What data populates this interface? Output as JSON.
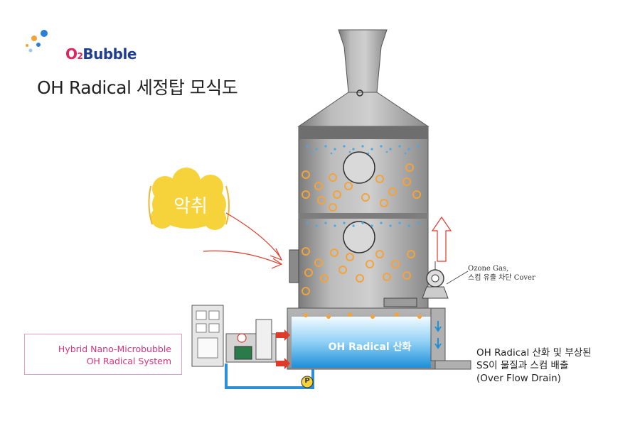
{
  "logo": {
    "brand_prefix": "O",
    "brand_sub": "2",
    "brand_suffix": "Bubble"
  },
  "title": "OH Radical 세정탑 모식도",
  "odor_label": "악취",
  "tank_label": "OH Radical 산화",
  "system_box": {
    "line1": "Hybrid Nano-Microbubble",
    "line2": "OH Radical System"
  },
  "annotations": {
    "ozone_line1": "Ozone Gas,",
    "ozone_line2": "스컴 유출 차단 Cover",
    "drain_line1": "OH Radical 산화 및 부상된",
    "drain_line2": "SS이 물질과 스컴 배출",
    "drain_line3": "(Over Flow Drain)"
  },
  "pump_label": "P",
  "colors": {
    "tower_body": "#a9a9a9",
    "water_top": "#e8f6ff",
    "water_bottom": "#1e9be0",
    "bubble_orange": "#f4a23a",
    "spray_blue": "#4aa8e6",
    "arrow_red": "#e03a2a",
    "odor_cloud": "#f6d33a",
    "pipe_blue": "#2a8fd6",
    "accent_pink": "#d6337a"
  }
}
